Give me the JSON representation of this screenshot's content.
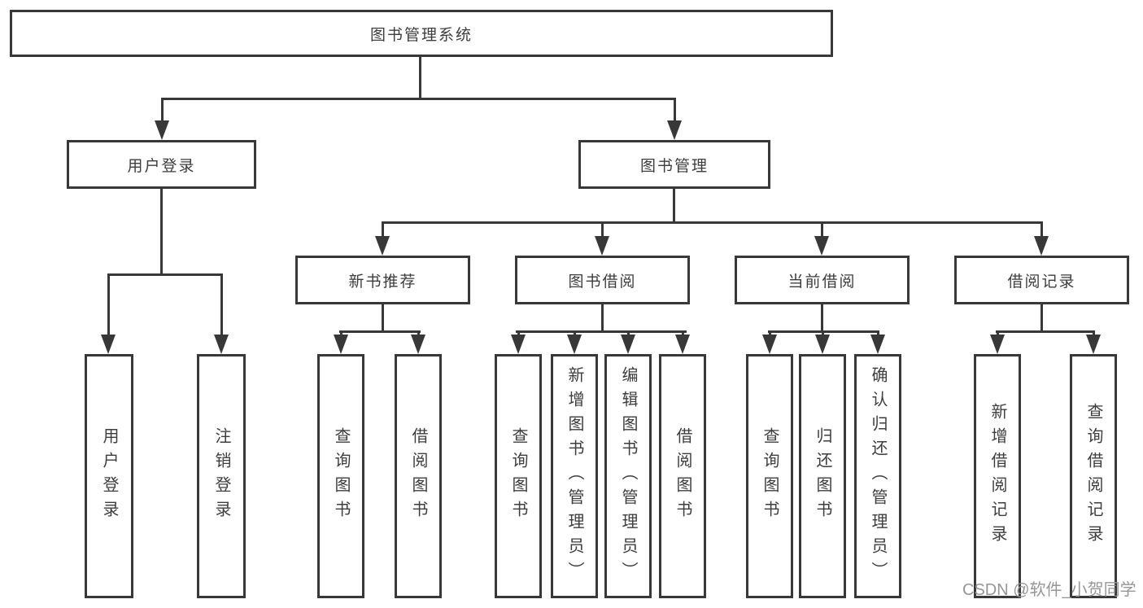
{
  "tree": {
    "label": "图书管理系统",
    "children": [
      {
        "label": "用户登录",
        "children": [
          {
            "label": "用户登录"
          },
          {
            "label": "注销登录"
          }
        ]
      },
      {
        "label": "图书管理",
        "children": [
          {
            "label": "新书推荐",
            "children": [
              {
                "label": "查询图书"
              },
              {
                "label": "借阅图书"
              }
            ]
          },
          {
            "label": "图书借阅",
            "children": [
              {
                "label": "查询图书"
              },
              {
                "label": "新增图书（管理员）"
              },
              {
                "label": "编辑图书（管理员）"
              },
              {
                "label": "借阅图书"
              }
            ]
          },
          {
            "label": "当前借阅",
            "children": [
              {
                "label": "查询图书"
              },
              {
                "label": "归还图书"
              },
              {
                "label": "确认归还（管理员）"
              }
            ]
          },
          {
            "label": "借阅记录",
            "children": [
              {
                "label": "新增借阅记录"
              },
              {
                "label": "查询借阅记录"
              }
            ]
          }
        ]
      }
    ]
  },
  "watermark": {
    "text": "CSDN @软件_小贺同学"
  },
  "colors": {
    "line": "#383838",
    "text": "#3d3d3d",
    "watermark": "#969696",
    "background": "#ffffff"
  }
}
